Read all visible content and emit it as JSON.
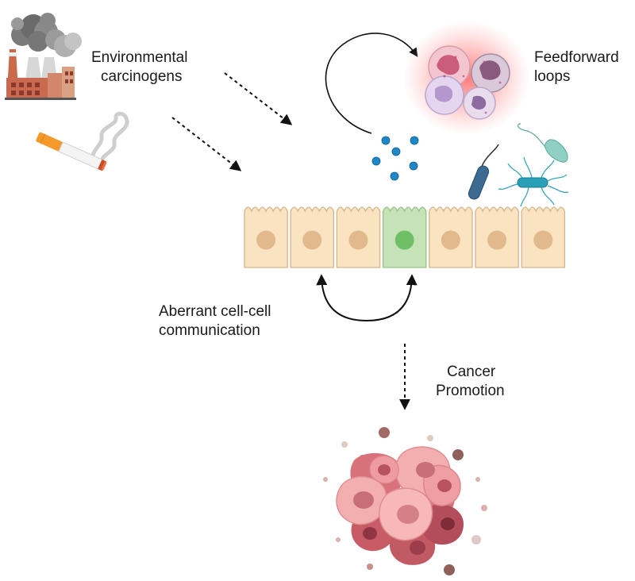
{
  "labels": {
    "environmental_line1": "Environmental",
    "environmental_line2": "carcinogens",
    "feedforward_line1": "Feedforward",
    "feedforward_line2": "loops",
    "aberrant_line1": "Aberrant cell-cell",
    "aberrant_line2": "communication",
    "cancer_line1": "Cancer",
    "cancer_line2": "Promotion"
  },
  "colors": {
    "normal_cell_fill": "#f9e3c0",
    "normal_cell_stroke": "#d4b48a",
    "normal_nucleus": "#e2b98c",
    "altered_cell_fill": "#c5e3b6",
    "altered_cell_stroke": "#98c08a",
    "altered_nucleus": "#6fbf66",
    "cytokine_dot": "#1f86c8",
    "arrow": "#111111",
    "tumor_pink": "#f2a6a4",
    "tumor_dark": "#b45a63",
    "inflammation_glow": "#ff5555"
  },
  "icons": [
    "factory-icon",
    "cigarette-icon",
    "immune-cell-icon",
    "bacterium-icon",
    "tumor-icon"
  ]
}
